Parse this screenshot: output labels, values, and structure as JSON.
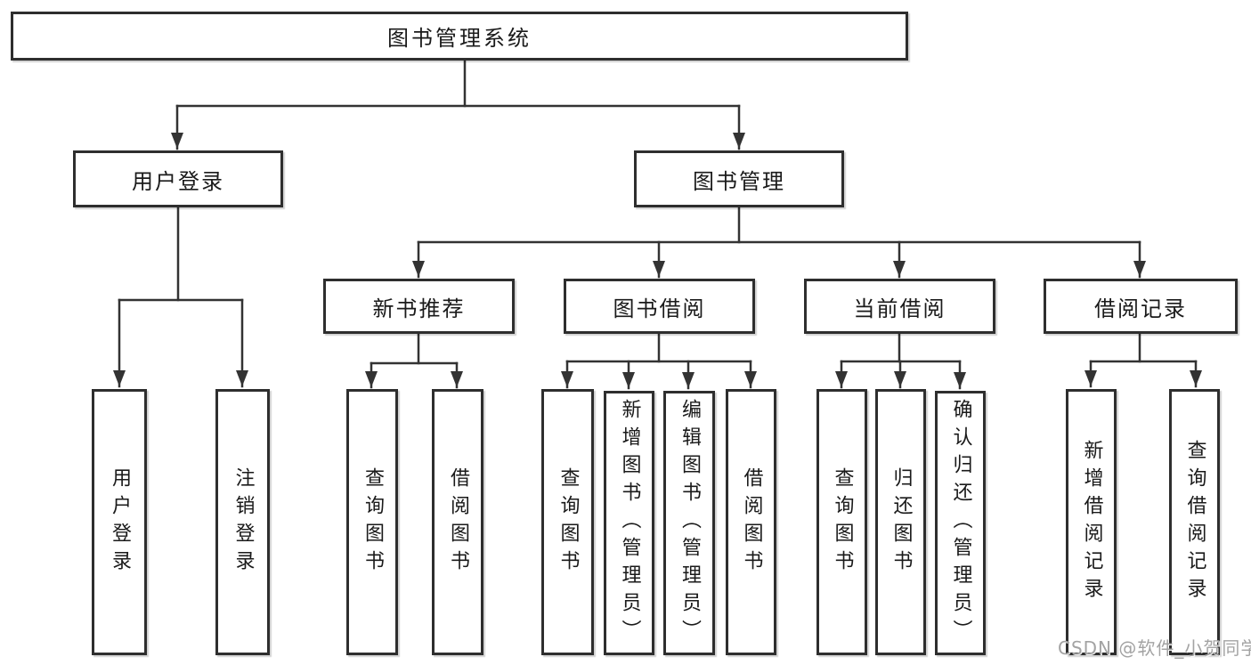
{
  "tree": {
    "label": "图书管理系统",
    "children": [
      {
        "label": "用户登录",
        "children": [
          {
            "label": "用户登录"
          },
          {
            "label": "注销登录"
          }
        ]
      },
      {
        "label": "图书管理",
        "children": [
          {
            "label": "新书推荐",
            "children": [
              {
                "label": "查询图书"
              },
              {
                "label": "借阅图书"
              }
            ]
          },
          {
            "label": "图书借阅",
            "children": [
              {
                "label": "查询图书"
              },
              {
                "label": "新增图书（管理员）"
              },
              {
                "label": "编辑图书（管理员）"
              },
              {
                "label": "借阅图书"
              }
            ]
          },
          {
            "label": "当前借阅",
            "children": [
              {
                "label": "查询图书"
              },
              {
                "label": "归还图书"
              },
              {
                "label": "确认归还（管理员）"
              }
            ]
          },
          {
            "label": "借阅记录",
            "children": [
              {
                "label": "新增借阅记录"
              },
              {
                "label": "查询借阅记录"
              }
            ]
          }
        ]
      }
    ]
  },
  "watermark": {
    "text": "CSDN @软件_小贺同学",
    "color": "#a3a3a3"
  },
  "colors": {
    "line": "#333333",
    "box_border": "#2e2e2e",
    "box_background": "#ffffff",
    "text": "#1a1a1a",
    "background": "#ffffff"
  }
}
